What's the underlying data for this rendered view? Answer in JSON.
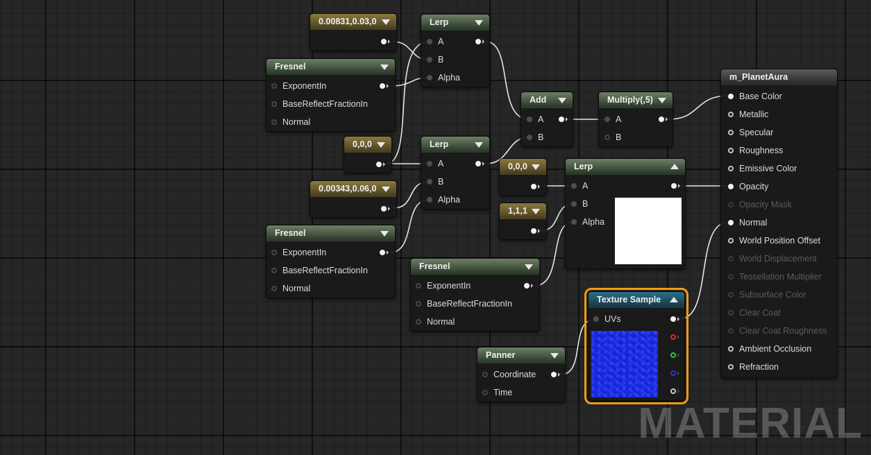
{
  "nodes": {
    "const_a": {
      "title": "0.00831,0.03,0"
    },
    "fresnel_1": {
      "title": "Fresnel",
      "inputs": [
        "ExponentIn",
        "BaseReflectFractionIn",
        "Normal"
      ]
    },
    "lerp_1": {
      "title": "Lerp",
      "inputs": [
        "A",
        "B",
        "Alpha"
      ]
    },
    "const_b": {
      "title": "0,0,0"
    },
    "lerp_2": {
      "title": "Lerp",
      "inputs": [
        "A",
        "B",
        "Alpha"
      ]
    },
    "const_c": {
      "title": "0.00343,0.06,0"
    },
    "fresnel_2": {
      "title": "Fresnel",
      "inputs": [
        "ExponentIn",
        "BaseReflectFractionIn",
        "Normal"
      ]
    },
    "add": {
      "title": "Add",
      "inputs": [
        "A",
        "B"
      ]
    },
    "multiply": {
      "title": "Multiply(,5)",
      "inputs": [
        "A",
        "B"
      ]
    },
    "const_d": {
      "title": "0,0,0"
    },
    "const_e": {
      "title": "1,1,1"
    },
    "lerp_3": {
      "title": "Lerp",
      "inputs": [
        "A",
        "B",
        "Alpha"
      ]
    },
    "fresnel_3": {
      "title": "Fresnel",
      "inputs": [
        "ExponentIn",
        "BaseReflectFractionIn",
        "Normal"
      ]
    },
    "texture_sample": {
      "title": "Texture Sample",
      "inputs": [
        "UVs"
      ]
    },
    "panner": {
      "title": "Panner",
      "inputs": [
        "Coordinate",
        "Time"
      ]
    },
    "material": {
      "title": "m_PlanetAura",
      "inputs": [
        {
          "label": "Base Color",
          "enabled": true
        },
        {
          "label": "Metallic",
          "enabled": true
        },
        {
          "label": "Specular",
          "enabled": true
        },
        {
          "label": "Roughness",
          "enabled": true
        },
        {
          "label": "Emissive Color",
          "enabled": true
        },
        {
          "label": "Opacity",
          "enabled": true
        },
        {
          "label": "Opacity Mask",
          "enabled": false
        },
        {
          "label": "Normal",
          "enabled": true
        },
        {
          "label": "World Position Offset",
          "enabled": true
        },
        {
          "label": "World Displacement",
          "enabled": false
        },
        {
          "label": "Tessellation Multiplier",
          "enabled": false
        },
        {
          "label": "Subsurface Color",
          "enabled": false
        },
        {
          "label": "Clear Coat",
          "enabled": false
        },
        {
          "label": "Clear Coat Roughness",
          "enabled": false
        },
        {
          "label": "Ambient Occlusion",
          "enabled": true
        },
        {
          "label": "Refraction",
          "enabled": true
        }
      ]
    }
  },
  "watermark": "MATERIAL",
  "colors": {
    "selection": "#f39c12",
    "wire": "#e6e6e6",
    "texture_preview": "#1f2ff0",
    "pin_red": "#e8252b",
    "pin_green": "#23d523",
    "pin_blue": "#2c35df"
  }
}
